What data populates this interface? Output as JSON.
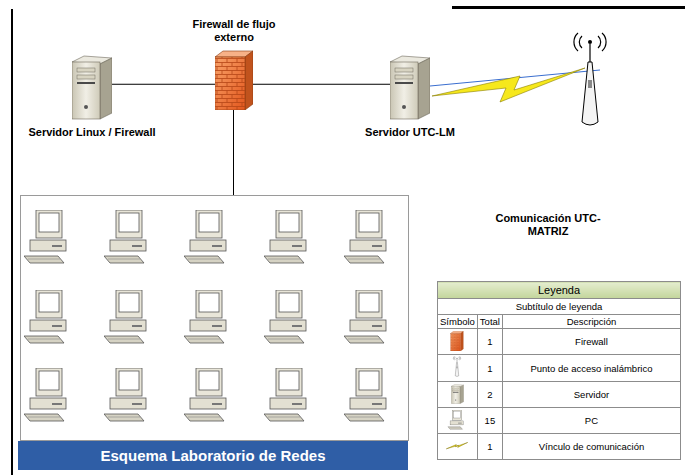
{
  "diagram": {
    "title": "Esquema Laboratorio de Redes",
    "nodes": [
      {
        "text": [
          "Firewall de flujo externo"
        ]
      },
      {
        "text": [
          "Servidor Linux / Firewall"
        ]
      },
      {
        "text": [
          "Servidor UTC-LM"
        ]
      }
    ],
    "edges": [
      {
        "from": 1,
        "to": 0,
        "arrow": "none"
      },
      {
        "from": 0,
        "to": 2,
        "arrow": "none"
      }
    ],
    "labels": [
      "Comunicación UTC-MATRIZ",
      "Leyenda",
      "Subtítulo de leyenda",
      "Símbolo",
      "Total",
      "Descripción",
      "1",
      "1",
      "2",
      "15",
      "1"
    ],
    "legend": [
      {
        "text": "Firewall"
      },
      {
        "text": "Punto de acceso inalámbrico"
      },
      {
        "text": "Servidor"
      },
      {
        "text": "PC"
      },
      {
        "text": "Vínculo de comunicación"
      }
    ]
  }
}
